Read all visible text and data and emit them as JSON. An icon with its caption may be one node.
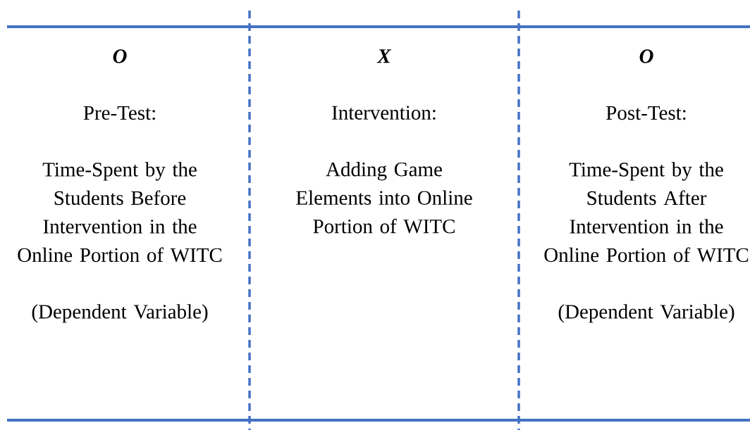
{
  "diagram": {
    "nodes": [
      {
        "text": [
          "O",
          "Pre-Test:",
          "Time-Spent by the Students Before Intervention in the Online Portion of WITC",
          "(Dependent Variable)"
        ]
      },
      {
        "text": [
          "X",
          "Intervention:",
          "Adding Game Elements into Online Portion of WITC"
        ]
      },
      {
        "text": [
          "O",
          "Post-Test:",
          "Time-Spent by the Students After Intervention in the Online Portion of WITC",
          "(Dependent Variable)"
        ]
      }
    ]
  }
}
